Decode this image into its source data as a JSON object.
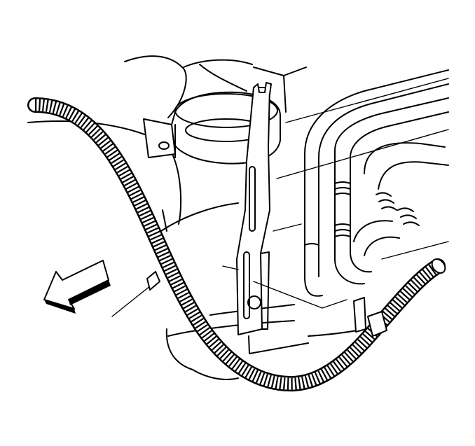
{
  "diagram": {
    "kind": "technical-line-illustration",
    "colors": {
      "ink": "#000000",
      "paper": "#ffffff"
    },
    "icons": [
      "direction-arrow-icon"
    ],
    "parts": [
      "underbody-panel",
      "round-mounting-bracket",
      "slotted-hanger-strap",
      "brake-fuel-tubes",
      "corrugated-conduit",
      "retaining-clip",
      "leader-lines"
    ]
  }
}
